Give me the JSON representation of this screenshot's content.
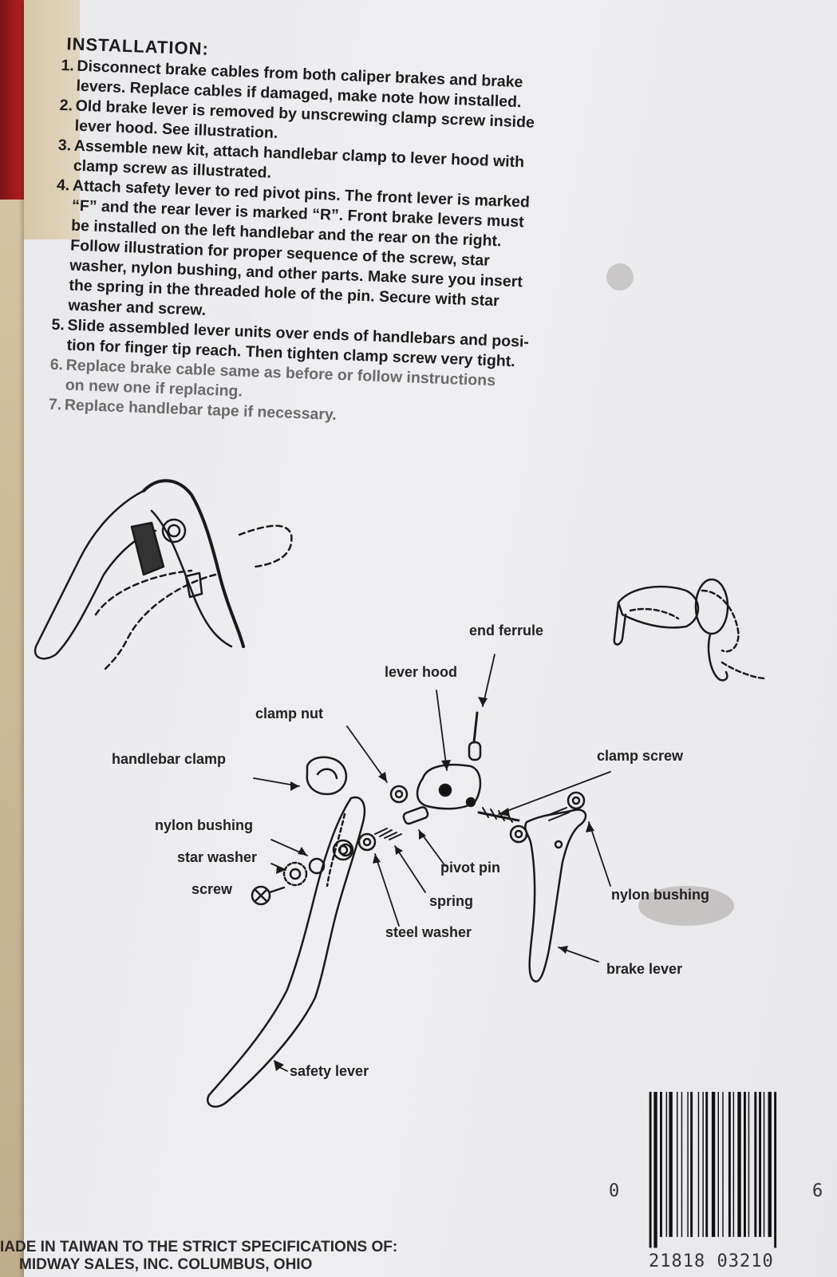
{
  "heading": "INSTALLATION:",
  "steps": [
    {
      "num": "1.",
      "text": "Disconnect brake cables from both caliper brakes and brake\nlevers. Replace cables if damaged, make note how installed.",
      "faded": false
    },
    {
      "num": "2.",
      "text": "Old brake lever is removed by unscrewing clamp screw inside\nlever hood. See illustration.",
      "faded": false
    },
    {
      "num": "3.",
      "text": "Assemble new kit, attach handlebar clamp to lever hood with\nclamp screw as illustrated.",
      "faded": false
    },
    {
      "num": "4.",
      "text": "Attach safety lever to red pivot pins. The front lever is marked\n“F” and the rear lever is marked “R”. Front brake levers must\nbe installed on the left handlebar and the rear on the right.\nFollow illustration for proper sequence of the screw, star\nwasher, nylon bushing, and other parts. Make sure you insert\nthe spring in the threaded hole of the pin. Secure with star\nwasher and screw.",
      "faded": false
    },
    {
      "num": "5.",
      "text": "Slide assembled lever units over ends of handlebars and posi-\ntion for finger tip reach. Then tighten clamp screw very tight.",
      "faded": false
    },
    {
      "num": "6.",
      "text": "Replace brake cable same as before or follow instructions\non new one if replacing.",
      "faded": true
    },
    {
      "num": "7.",
      "text": "Replace handlebar tape if necessary.",
      "faded": true
    }
  ],
  "parts": {
    "end_ferrule": "end ferrule",
    "lever_hood": "lever hood",
    "clamp_nut": "clamp nut",
    "handlebar_clamp": "handlebar clamp",
    "clamp_screw": "clamp screw",
    "nylon_bushing_left": "nylon bushing",
    "star_washer": "star washer",
    "screw": "screw",
    "pivot_pin": "pivot pin",
    "spring": "spring",
    "steel_washer": "steel washer",
    "nylon_bushing_right": "nylon bushing",
    "brake_lever": "brake lever",
    "safety_lever": "safety lever"
  },
  "footer": {
    "line1": "IADE IN TAIWAN TO THE STRICT SPECIFICATIONS OF:",
    "line2": "MIDWAY SALES, INC.   COLUMBUS, OHIO"
  },
  "barcode": {
    "lead": "0",
    "digits": "21818 03210",
    "trail": "6"
  }
}
